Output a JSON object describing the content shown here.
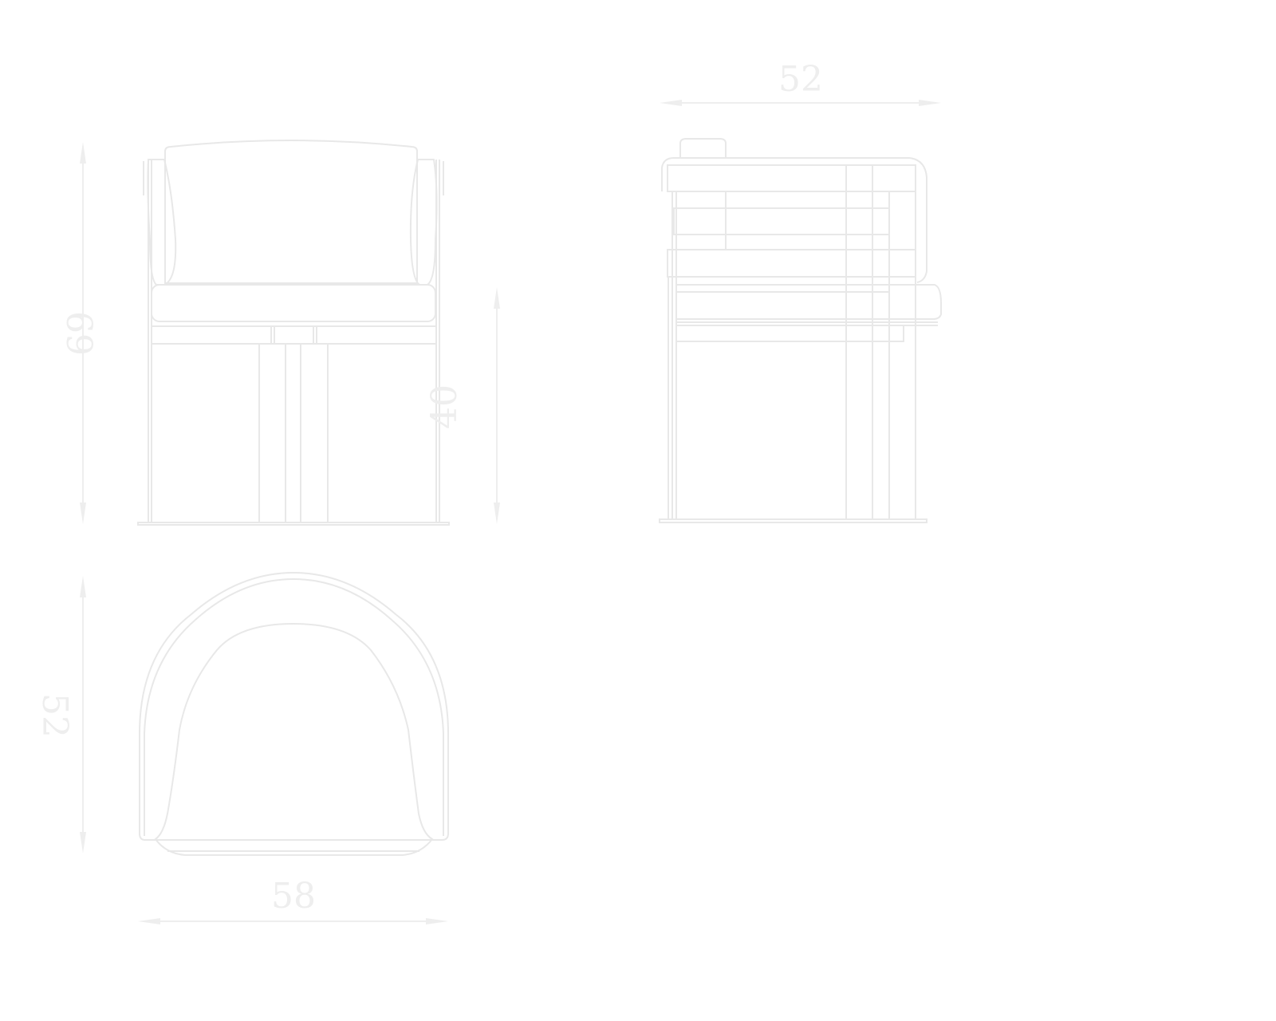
{
  "drawing": {
    "colors": {
      "line": "#e8e8e8",
      "dimension": "#eeeeee",
      "background": "#ffffff"
    },
    "front_view": {
      "height_label": "69",
      "seat_height_label": "40"
    },
    "side_view": {
      "depth_label": "52"
    },
    "top_view": {
      "depth_label": "52",
      "width_label": "58"
    }
  }
}
